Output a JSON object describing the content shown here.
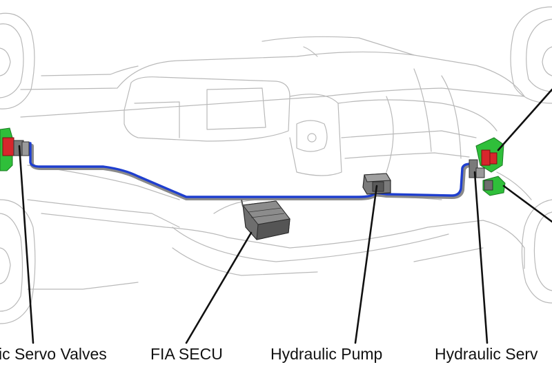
{
  "labels": {
    "servo_left": "ic Servo Valves",
    "secu": "FIA SECU",
    "pump": "Hydraulic Pump",
    "servo_right": "Hydraulic Serv"
  },
  "colors": {
    "pipe": "#1f3fcf",
    "valve_red": "#d7262c",
    "valve_green": "#2fbf3a",
    "component_gray": "#6e6e6e",
    "outline": "#b9b9b9",
    "leader": "#111111"
  }
}
